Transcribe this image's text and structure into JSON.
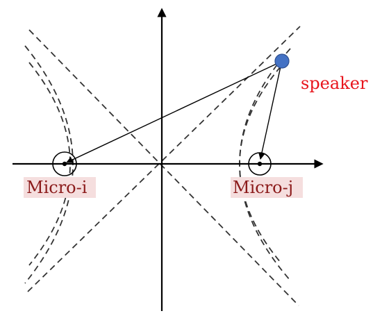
{
  "labels": {
    "speaker": "speaker",
    "micro_i": "Micro-i",
    "micro_j": "Micro-j"
  },
  "colors": {
    "speaker_label": "#e8141c",
    "speaker_dot": "#4472c4",
    "mic_label_text": "#8b1a1a",
    "mic_label_bg": "#f5dede"
  }
}
